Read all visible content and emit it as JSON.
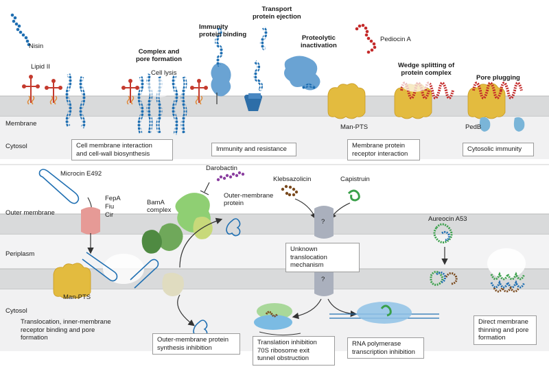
{
  "colors": {
    "membrane": "#d9dadb",
    "lipid_head": "#c43a2e",
    "peptide_blue": "#1f6fb2",
    "peptide_red": "#c42a2a",
    "man_pts": "#e3bb3f",
    "pedb": "#7ab5d8",
    "protein_blue": "#6aa3d3",
    "bama_green": "#6fa85a",
    "fepa_pink": "#e69a96",
    "grey_protein": "#aab0bd",
    "ribosome_green": "#a9d89a",
    "polymerase_blue": "#8fc2e6"
  },
  "top": {
    "membrane_label": "Membrane",
    "cytosol_label": "Cytosol",
    "nisin": "Nisin",
    "lipid_ii": "Lipid II",
    "complex_pore": "Complex and\npore formation",
    "cell_lysis": "Cell lysis",
    "immunity_binding": "Immunity\nprotein binding",
    "transport_ejection": "Transport\nprotein ejection",
    "proteolytic": "Proteolytic\ninactivation",
    "pediocin": "Pediocin A",
    "wedge": "Wedge splitting of\nprotein complex",
    "pore_plugging": "Pore plugging",
    "man_pts": "Man-PTS",
    "pedb": "PedB",
    "boxes": {
      "cell_membrane": "Cell membrane interaction\nand cell-wall biosynthesis",
      "immunity": "Immunity and resistance",
      "receptor": "Membrane protein\nreceptor interaction",
      "cytosolic": "Cytosolic immunity"
    }
  },
  "bottom": {
    "microcin": "Microcin E492",
    "fepa": "FepA\nFiu\nCir",
    "outer_membrane": "Outer membrane",
    "periplasm": "Periplasm",
    "cytosol": "Cytosol",
    "man_pts": "Man-PTS",
    "bama": "BamA\ncomplex",
    "darobactin": "Darobactin",
    "omp": "Outer-membrane\nprotein",
    "klebsazolicin": "Klebsazolicin",
    "capistruin": "Capistruin",
    "question": "?",
    "aureocin": "Aureocin A53",
    "boxes": {
      "translocation": "Translocation, inner-membrane\nreceptor binding and pore\nformation",
      "omp_inhibition": "Outer-membrane protein\nsynthesis inhibition",
      "unknown": "Unknown translocation\nmechanism",
      "translation": "Translation inhibition\n70S ribosome exit\ntunnel obstruction",
      "rna": "RNA polymerase\ntranscription inhibition",
      "direct": "Direct membrane\nthinning and pore\nformation"
    }
  }
}
